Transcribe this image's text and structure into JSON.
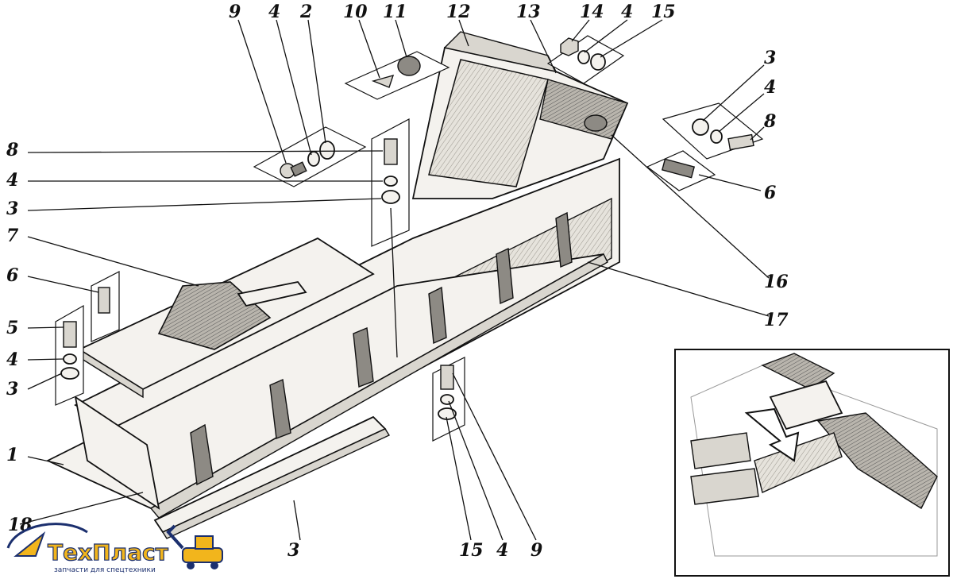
{
  "diagram": {
    "part_labels": [
      "1",
      "2",
      "3",
      "3",
      "3",
      "3",
      "4",
      "4",
      "4",
      "4",
      "4",
      "4",
      "5",
      "6",
      "6",
      "7",
      "8",
      "8",
      "9",
      "9",
      "10",
      "11",
      "12",
      "13",
      "14",
      "15",
      "15",
      "16",
      "17",
      "18"
    ]
  },
  "logo": {
    "name": "ТехПласт",
    "tagline": "запчасти для спецтехники",
    "primary_color": "#f2b51c",
    "secondary_color": "#1b2f6e"
  }
}
